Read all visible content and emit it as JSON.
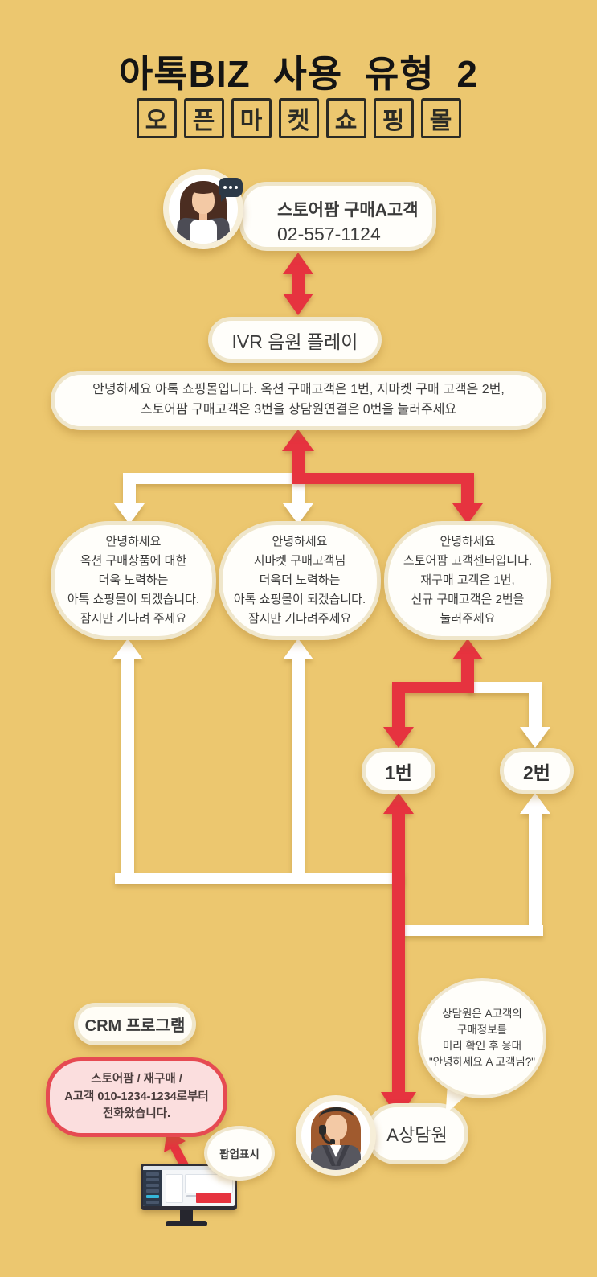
{
  "title": "아톡BIZ 사용 유형 2",
  "subtitle_letters": [
    "오",
    "픈",
    "마",
    "켓",
    "쇼",
    "핑",
    "몰"
  ],
  "customer": {
    "name": "스토어팜 구매A고객",
    "phone": "02-557-1124"
  },
  "ivr": {
    "label": "IVR 음원 플레이",
    "greeting_line1": "안녕하세요 아톡 쇼핑몰입니다. 옥션 구매고객은 1번, 지마켓 구매 고객은 2번,",
    "greeting_line2": "스토어팜 구매고객은 3번을 상담원연결은 0번을 눌러주세요"
  },
  "branches": [
    {
      "lines": [
        "안녕하세요",
        "옥션 구매상품에 대한",
        "더욱 노력하는",
        "아톡 쇼핑몰이 되겠습니다.",
        "잠시만 기다려 주세요"
      ]
    },
    {
      "lines": [
        "안녕하세요",
        "지마켓 구매고객님",
        "더욱더 노력하는",
        "아톡 쇼핑몰이 되겠습니다.",
        "잠시만 기다려주세요"
      ]
    },
    {
      "lines": [
        "안녕하세요",
        "스토어팜 고객센터입니다.",
        "재구매 고객은 1번,",
        "신규 구매고객은 2번을",
        "눌러주세요"
      ]
    }
  ],
  "options": {
    "option1": "1번",
    "option2": "2번"
  },
  "crm": {
    "label": "CRM 프로그램",
    "popup_lines": [
      "스토어팜 / 재구매 /",
      "A고객 010-1234-1234로부터",
      "전화왔습니다."
    ],
    "popup_indicator": "팝업표시"
  },
  "agent": {
    "name": "A상담원",
    "note_lines": [
      "상담원은 A고객의",
      "구매정보를",
      "미리 확인 후 응대",
      "\"안녕하세요 A 고객님?\""
    ]
  },
  "icons": {
    "customer_avatar": "female-customer-avatar",
    "agent_avatar": "female-agent-headset-avatar",
    "chat": "chat-dots-icon",
    "monitor": "crm-monitor-icon"
  },
  "colors": {
    "background": "#ecc76f",
    "accent_red": "#e6333f",
    "bubble_fill": "#fffefa",
    "bubble_border": "#efe6cb",
    "popup_fill": "#fbdede",
    "popup_border": "#e64a52",
    "text_dark": "#3c3c3c"
  }
}
